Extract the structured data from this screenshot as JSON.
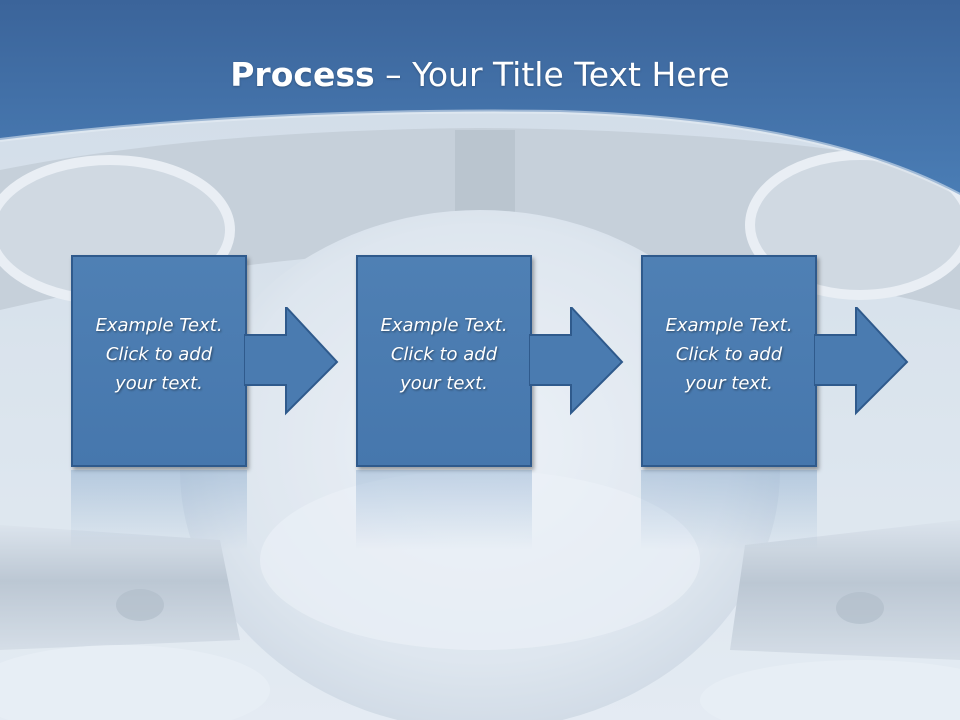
{
  "slide": {
    "title_bold": "Process",
    "title_rest": " – Your Title Text Here"
  },
  "steps": [
    {
      "lines": [
        "Example Text.",
        "Click  to add",
        "your text."
      ]
    },
    {
      "lines": [
        "Example Text.",
        "Click  to add",
        "your text."
      ]
    },
    {
      "lines": [
        "Example Text.",
        "Click  to add",
        "your text."
      ]
    }
  ],
  "colors": {
    "banner": "#3f6fa6",
    "box_fill": "#4a7bb0",
    "box_border": "#2f5a8c",
    "arrow_fill": "#4a7bb0"
  }
}
